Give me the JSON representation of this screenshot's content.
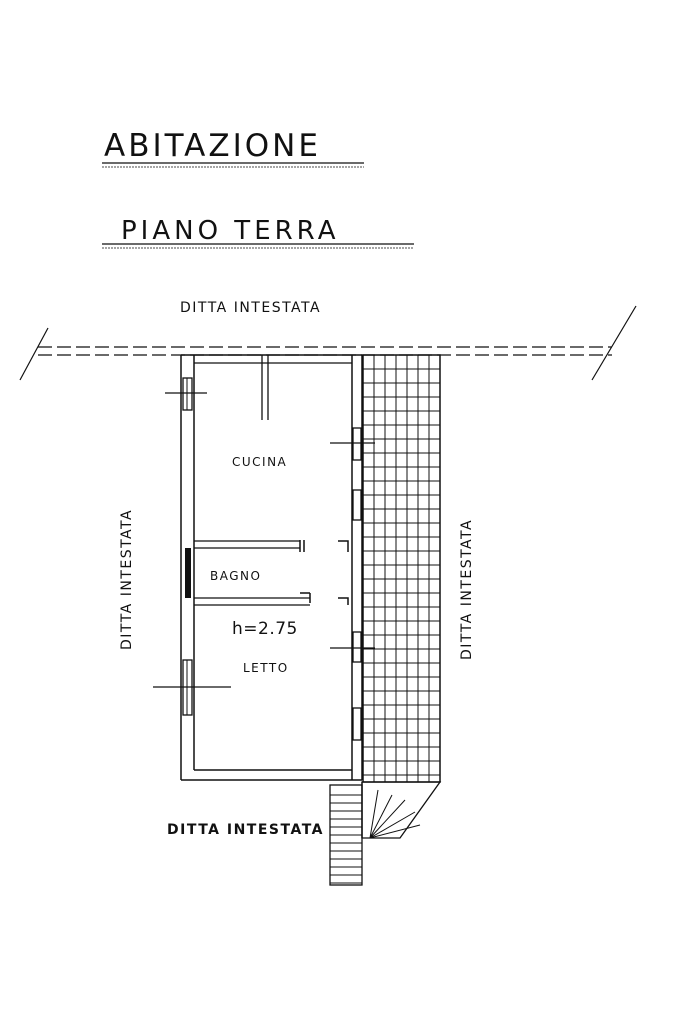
{
  "title": "ABITAZIONE",
  "subtitle": "PIANO TERRA",
  "neighbours": {
    "top": "DITTA INTESTATA",
    "left": "DITTA INTESTATA",
    "right": "DITTA INTESTATA",
    "bottom": "DITTA INTESTATA"
  },
  "rooms": {
    "kitchen": "CUCINA",
    "bathroom": "BAGNO",
    "bedroom": "LETTO"
  },
  "ceiling_height": "h=2.75"
}
